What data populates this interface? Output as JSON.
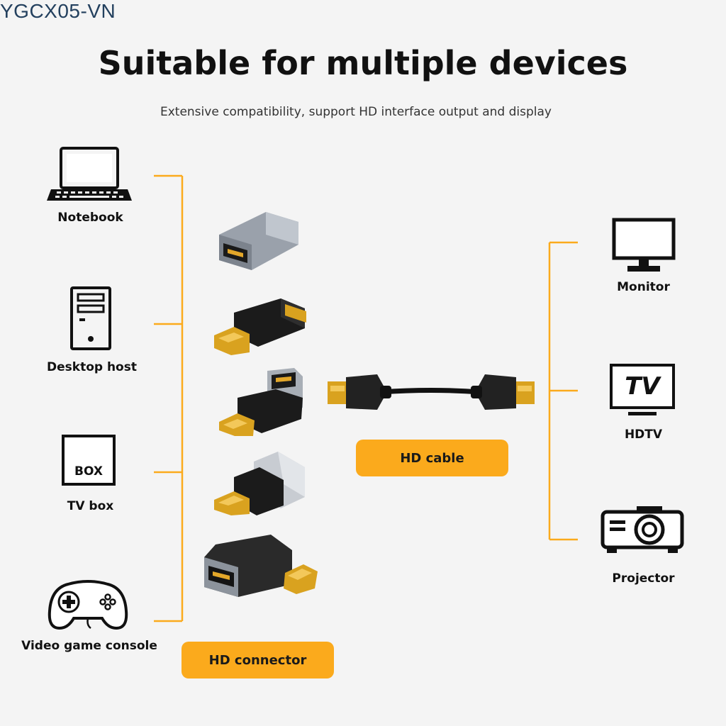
{
  "watermark": "YGCX05-VN",
  "header": {
    "title": "Suitable for multiple devices",
    "subtitle": "Extensive compatibility, support HD  interface output and display"
  },
  "sources": [
    {
      "label": "Notebook",
      "icon": "laptop-icon"
    },
    {
      "label": "Desktop host",
      "icon": "desktop-tower-icon"
    },
    {
      "label": "TV box",
      "icon": "tv-box-icon",
      "icon_text": "BOX"
    },
    {
      "label": "Video game console",
      "icon": "gamepad-icon"
    }
  ],
  "displays": [
    {
      "label": "Monitor",
      "icon": "monitor-icon"
    },
    {
      "label": "HDTV",
      "icon": "tv-icon",
      "icon_text": "TV"
    },
    {
      "label": "Projector",
      "icon": "projector-icon"
    }
  ],
  "cable_label": "HD  cable",
  "connector_label": "HD connector",
  "colors": {
    "accent": "#fbaa1c",
    "background": "#f4f4f4",
    "text": "#111111"
  }
}
